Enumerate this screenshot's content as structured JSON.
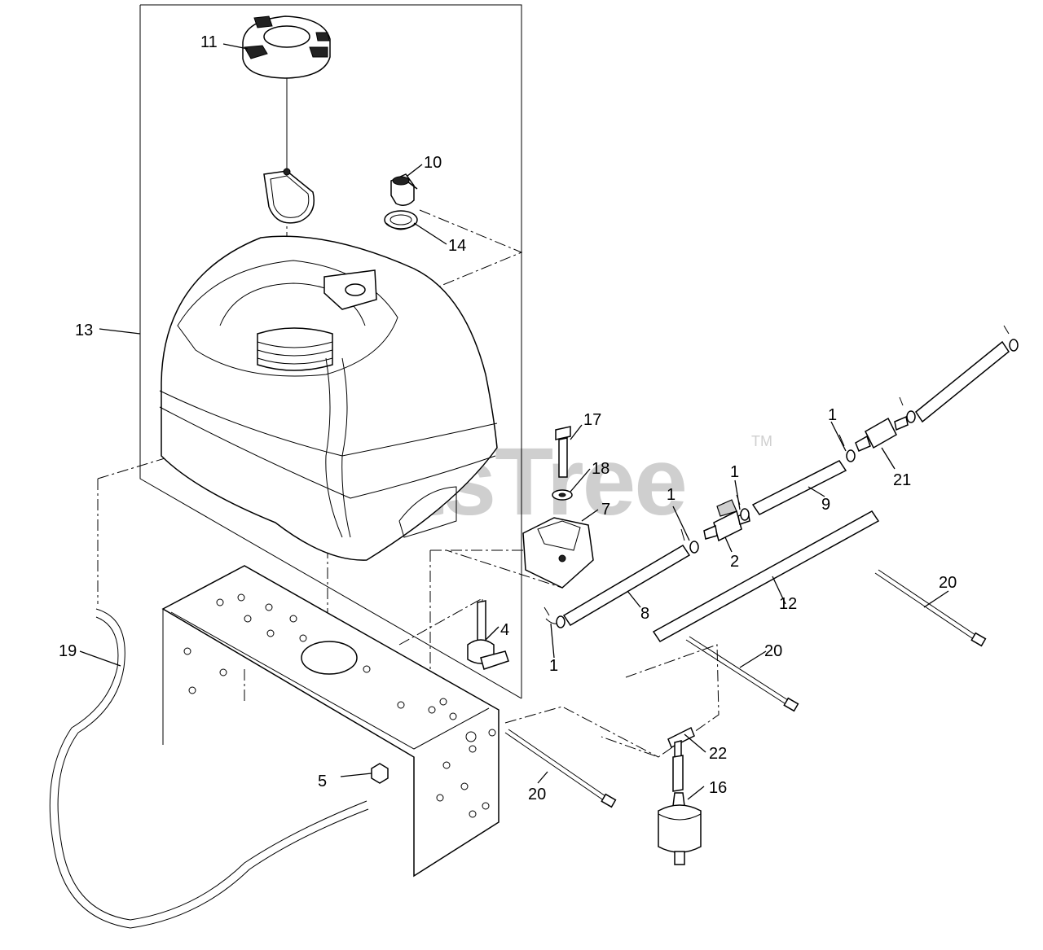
{
  "watermark": {
    "text": "PartsTree",
    "mark": "TM"
  },
  "callouts": [
    {
      "id": "c11",
      "text": "11"
    },
    {
      "id": "c10",
      "text": "10"
    },
    {
      "id": "c14",
      "text": "14"
    },
    {
      "id": "c13",
      "text": "13"
    },
    {
      "id": "c17",
      "text": "17"
    },
    {
      "id": "c18",
      "text": "18"
    },
    {
      "id": "c7",
      "text": "7"
    },
    {
      "id": "c1a",
      "text": "1"
    },
    {
      "id": "c1b",
      "text": "1"
    },
    {
      "id": "c1c",
      "text": "1"
    },
    {
      "id": "c1d",
      "text": "1"
    },
    {
      "id": "c21",
      "text": "21"
    },
    {
      "id": "c9",
      "text": "9"
    },
    {
      "id": "c2",
      "text": "2"
    },
    {
      "id": "c8",
      "text": "8"
    },
    {
      "id": "c12",
      "text": "12"
    },
    {
      "id": "c20a",
      "text": "20"
    },
    {
      "id": "c20b",
      "text": "20"
    },
    {
      "id": "c20c",
      "text": "20"
    },
    {
      "id": "c4",
      "text": "4"
    },
    {
      "id": "c19",
      "text": "19"
    },
    {
      "id": "c22",
      "text": "22"
    },
    {
      "id": "c16",
      "text": "16"
    },
    {
      "id": "c5",
      "text": "5"
    }
  ]
}
